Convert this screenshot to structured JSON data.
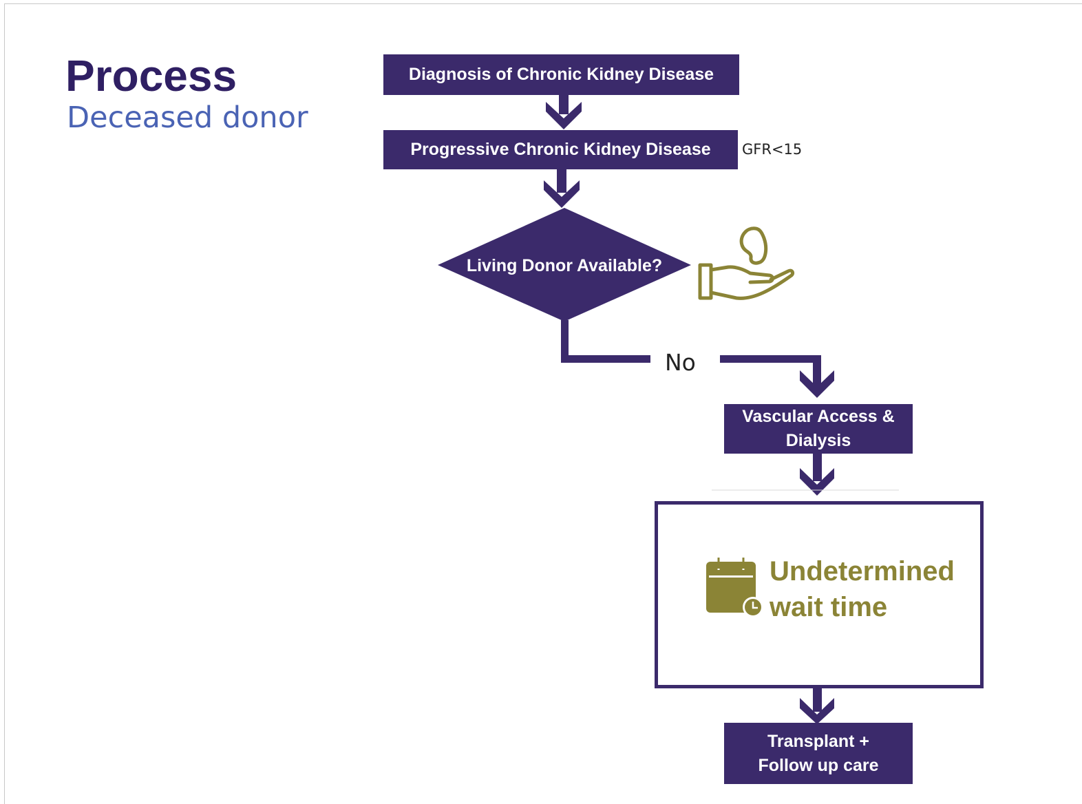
{
  "slide": {
    "title": "Process",
    "subtitle": "Deceased donor"
  },
  "flowchart": {
    "step_diagnosis": "Diagnosis of Chronic Kidney Disease",
    "step_progressive": "Progressive Chronic Kidney Disease",
    "step_progressive_note": "GFR<15",
    "decision": "Living Donor Available?",
    "decision_branch_label": "No",
    "step_vascular": [
      "Vascular Access &",
      "Dialysis"
    ],
    "wait_time": [
      "Undetermined",
      "wait time"
    ],
    "step_transplant": [
      "Transplant +",
      "Follow up care"
    ]
  },
  "icons": {
    "donor": "hand-holding-kidney-icon",
    "calendar": "calendar-clock-icon"
  },
  "colors": {
    "primary_purple": "#3b2a6b",
    "title_purple": "#2f1f63",
    "subtitle_blue": "#4a63b4",
    "accent_olive": "#8b8436"
  }
}
